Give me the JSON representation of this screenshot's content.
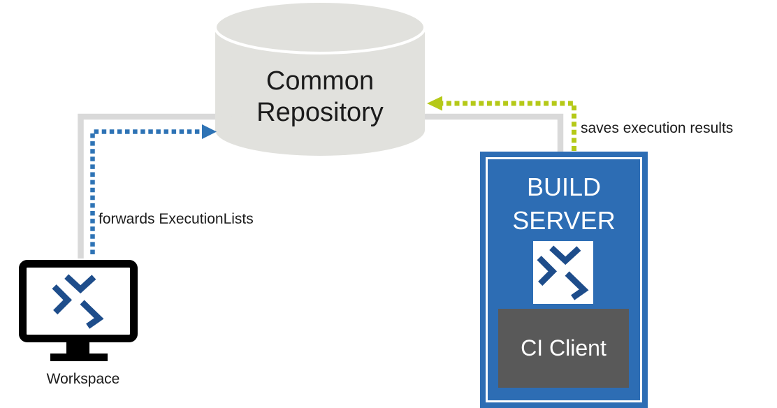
{
  "repository": {
    "line1": "Common",
    "line2": "Repository"
  },
  "workspace": {
    "label": "Workspace"
  },
  "build_server": {
    "line1": "BUILD",
    "line2": "SERVER",
    "ci_client": "CI Client"
  },
  "arrows": {
    "forwards_execution_lists": {
      "label": "forwards ExecutionLists",
      "style": "dotted",
      "color": "#2e73b5"
    },
    "saves_execution_results": {
      "label": "saves execution results",
      "style": "dotted",
      "color": "#b5c918"
    }
  },
  "icons": {
    "repository_shape": "database-cylinder",
    "workspace_icon": "monitor-icon",
    "logo_icon": "tosca-x-logo"
  },
  "colors": {
    "box_blue": "#2d6db4",
    "logo_navy": "#1e4d8b",
    "arrow_blue": "#2e73b5",
    "arrow_green": "#b5c918",
    "connector_gray": "#d9d9d9",
    "cylinder_fill": "#e1e1dd",
    "ci_gray": "#595959",
    "text_dark": "#1b1b1b"
  }
}
